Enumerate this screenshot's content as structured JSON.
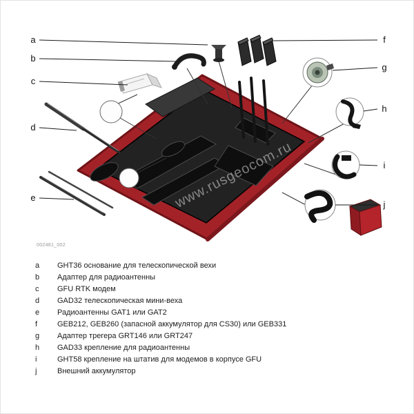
{
  "figure": {
    "id": "002481_002",
    "watermark": "www.rusgeocom.ru",
    "callouts": {
      "left": [
        "a",
        "b",
        "c",
        "d",
        "e"
      ],
      "right": [
        "f",
        "g",
        "h",
        "i",
        "j"
      ]
    }
  },
  "legend": {
    "items": [
      {
        "key": "a",
        "text": "GHT36 основание для телескопической вехи"
      },
      {
        "key": "b",
        "text": "Адаптер для радиоантенны"
      },
      {
        "key": "c",
        "text": "GFU RTK модем"
      },
      {
        "key": "d",
        "text": "GAD32 телескопическая мини-веха"
      },
      {
        "key": "e",
        "text": "Радиоантенны GAT1 или GAT2"
      },
      {
        "key": "f",
        "text": "GEB212, GEB260 (запасной аккумулятор для CS30) или GEB331"
      },
      {
        "key": "g",
        "text": "Адаптер трегера GRT146 или GRT247"
      },
      {
        "key": "h",
        "text": "GAD33 крепление для радиоантенны"
      },
      {
        "key": "i",
        "text": "GHT58 крепление на штатив для модемов в корпусе GFU"
      },
      {
        "key": "j",
        "text": "Внешний аккумулятор"
      }
    ]
  },
  "colors": {
    "case_red": "#a32228",
    "case_red_dark": "#701317",
    "foam_dark": "#222222",
    "battery_red": "#b5242a"
  }
}
